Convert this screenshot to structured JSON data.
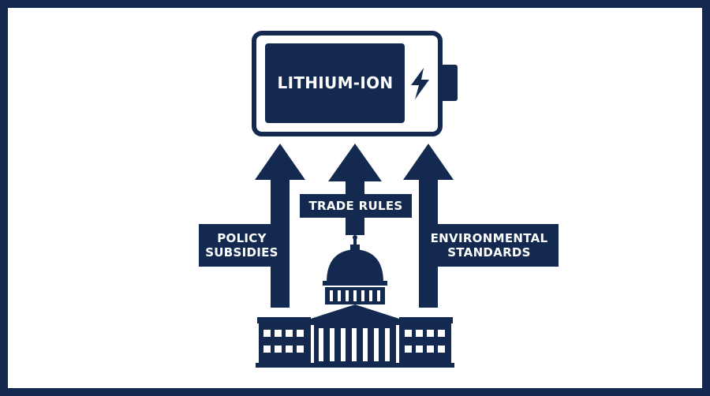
{
  "battery": {
    "label": "LITHIUM-ION",
    "icon": "lightning-bolt-icon"
  },
  "influences": [
    {
      "label_lines": [
        "POLICY",
        "SUBSIDIES"
      ]
    },
    {
      "label_lines": [
        "TRADE RULES"
      ]
    },
    {
      "label_lines": [
        "ENVIRONMENTAL",
        "STANDARDS"
      ]
    }
  ],
  "building": {
    "icon": "capitol-building-icon"
  },
  "colors": {
    "navy": "#13294f",
    "background": "#ffffff"
  }
}
